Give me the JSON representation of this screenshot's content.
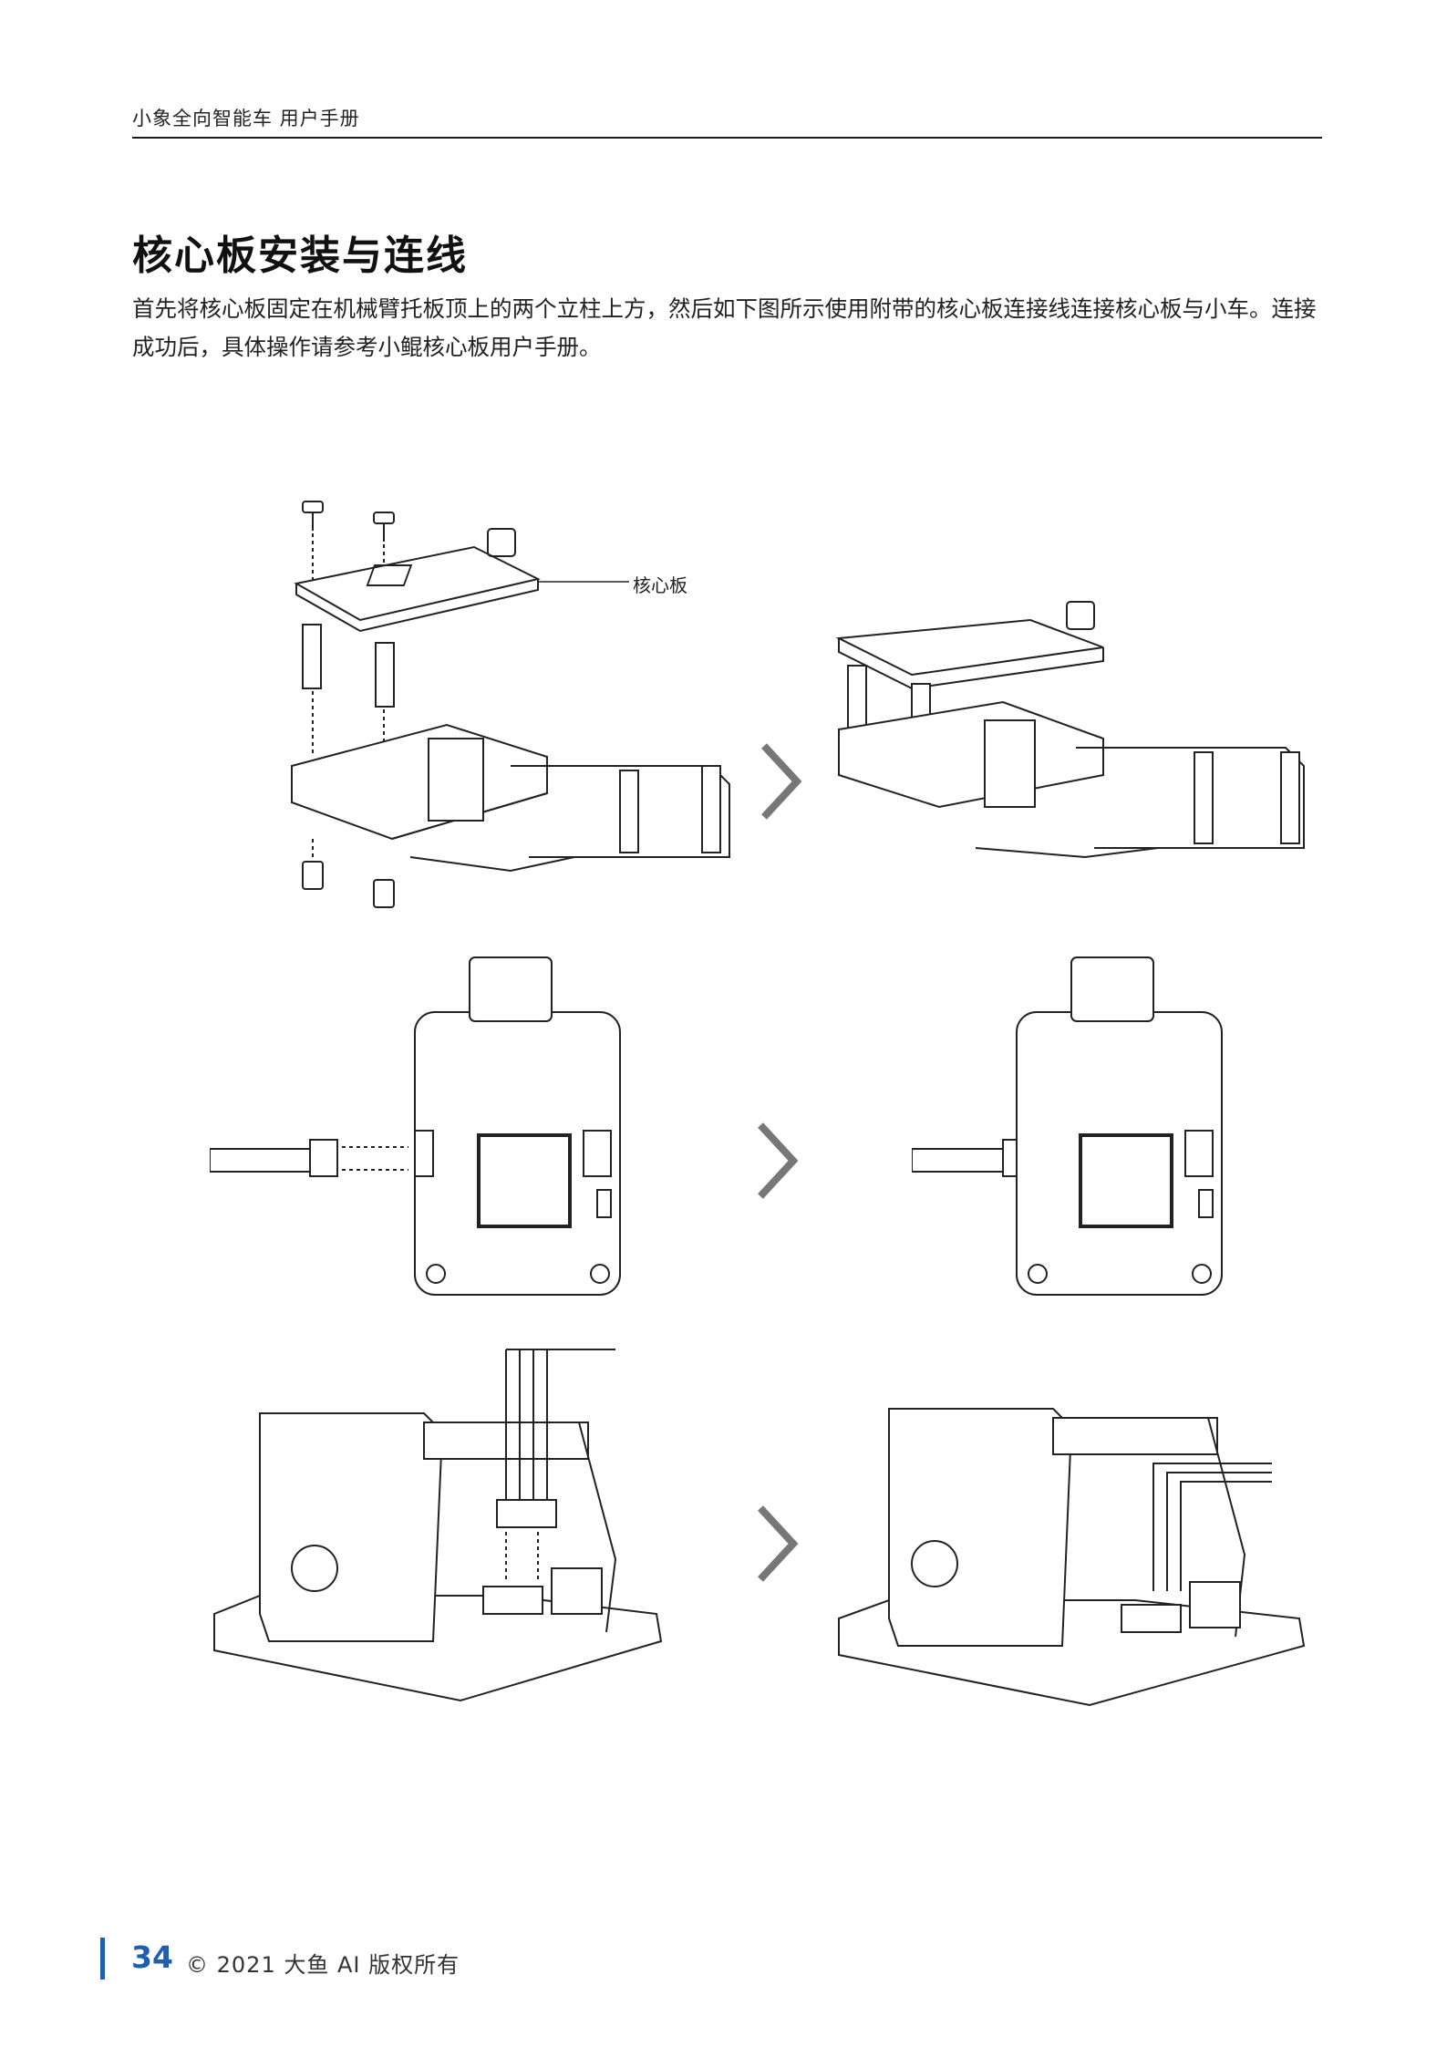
{
  "header": {
    "text": "小象全向智能车    用户手册"
  },
  "section": {
    "title": "核心板安装与连线",
    "paragraph": "首先将核心板固定在机械臂托板顶上的两个立柱上方，然后如下图所示使用附带的核心板连接线连接核心板与小车。连接成功后，具体操作请参考小鲲核心板用户手册。"
  },
  "figure": {
    "callout_label": "核心板"
  },
  "footer": {
    "page_number": "34",
    "copyright": "© 2021 大鱼 AI 版权所有"
  }
}
